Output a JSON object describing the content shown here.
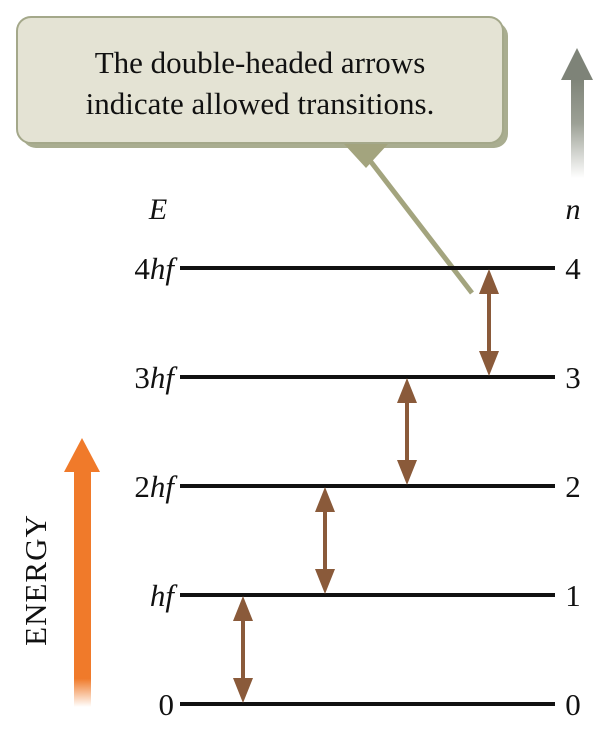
{
  "callout": {
    "line1": "The double-headed arrows",
    "line2": "indicate allowed transitions."
  },
  "axes": {
    "left_header": "E",
    "right_header": "n",
    "side_label": "ENERGY"
  },
  "levels": [
    {
      "n": "0",
      "energy_coef": "0",
      "energy_unit": ""
    },
    {
      "n": "1",
      "energy_coef": "",
      "energy_unit": "hf"
    },
    {
      "n": "2",
      "energy_coef": "2",
      "energy_unit": "hf"
    },
    {
      "n": "3",
      "energy_coef": "3",
      "energy_unit": "hf"
    },
    {
      "n": "4",
      "energy_coef": "4",
      "energy_unit": "hf"
    }
  ],
  "transitions": [
    {
      "from": "0",
      "to": "1"
    },
    {
      "from": "1",
      "to": "2"
    },
    {
      "from": "2",
      "to": "3"
    },
    {
      "from": "3",
      "to": "4"
    }
  ],
  "colors": {
    "level_line": "#111111",
    "transition_arrow": "#8a5a3a",
    "energy_arrow": "#f07a2a",
    "n_arrow": "#8a8f82",
    "callout_fill": "#e4e3d4",
    "callout_stroke": "#a4a88a",
    "callout_shadow": "#a9ad90",
    "pointer": "#a3a47e"
  }
}
